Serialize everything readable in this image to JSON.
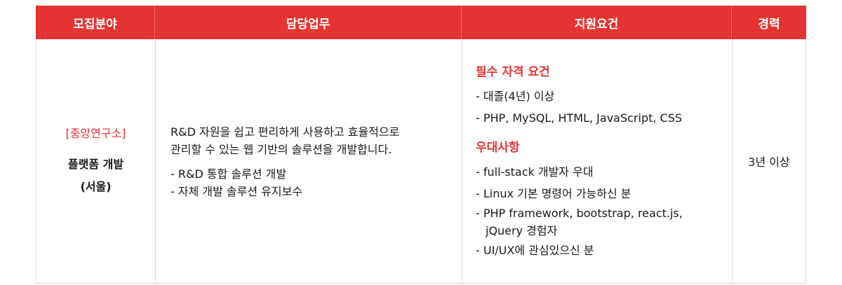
{
  "header": {
    "col_field": "모집분야",
    "col_duty": "담당업무",
    "col_requirements": "지원요건",
    "col_career": "경력"
  },
  "field": {
    "tag": "[중앙연구소]",
    "name_line1": "플랫폼 개발",
    "name_line2": "(서울)"
  },
  "duty": {
    "intro_line1": "R&D 자원을 쉽고 편리하게 사용하고 효율적으로",
    "intro_line2": "관리할 수 있는 웹 기반의 솔루션을 개발합니다.",
    "items": [
      "- R&D 통합 솔루션 개발",
      "- 자체 개발 솔루션 유지보수"
    ]
  },
  "requirements": {
    "required_title": "필수 자격 요건",
    "required_items": [
      "- 대졸(4년) 이상",
      "- PHP, MySQL, HTML, JavaScript, CSS"
    ],
    "preferred_title": "우대사항",
    "preferred_items": [
      "- full-stack 개발자 우대",
      "- Linux 기본 명령어 가능하신 분",
      "- PHP framework, bootstrap, react.js,",
      "jQuery 경험자",
      "-  UI/UX에 관심있으신 분"
    ]
  },
  "career": {
    "value": "3년 이상"
  },
  "colors": {
    "accent": "#e53432",
    "header_text": "#ffffff",
    "border": "#d6d6d6"
  }
}
